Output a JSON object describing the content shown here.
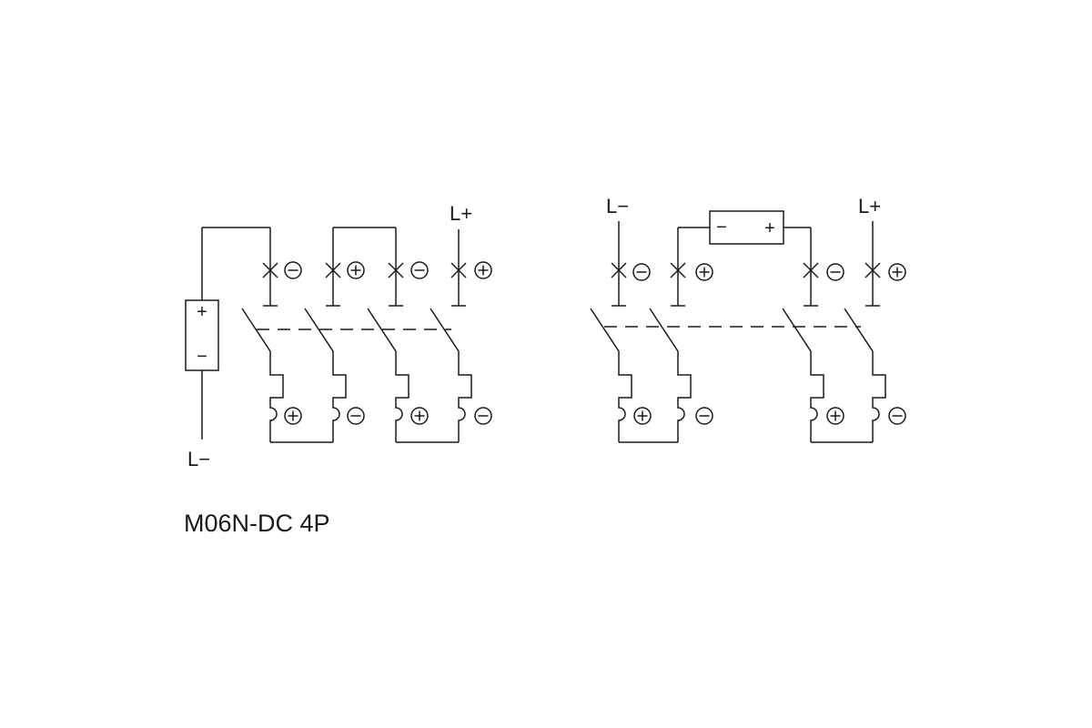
{
  "title": "M06N-DC 4P",
  "diagram_left": {
    "supply_positive_label": "L+",
    "supply_negative_label": "L−",
    "source_plus": "+",
    "source_minus": "−"
  },
  "diagram_right": {
    "supply_positive_label": "L+",
    "supply_negative_label": "L−",
    "load_minus": "−",
    "load_plus": "+"
  },
  "terminal_polarity": {
    "left_top": [
      "minus",
      "plus",
      "minus",
      "plus"
    ],
    "left_bottom": [
      "plus",
      "minus",
      "plus",
      "minus"
    ],
    "right_top": [
      "minus",
      "plus",
      "minus",
      "plus"
    ],
    "right_bottom": [
      "plus",
      "minus",
      "plus",
      "minus"
    ]
  }
}
